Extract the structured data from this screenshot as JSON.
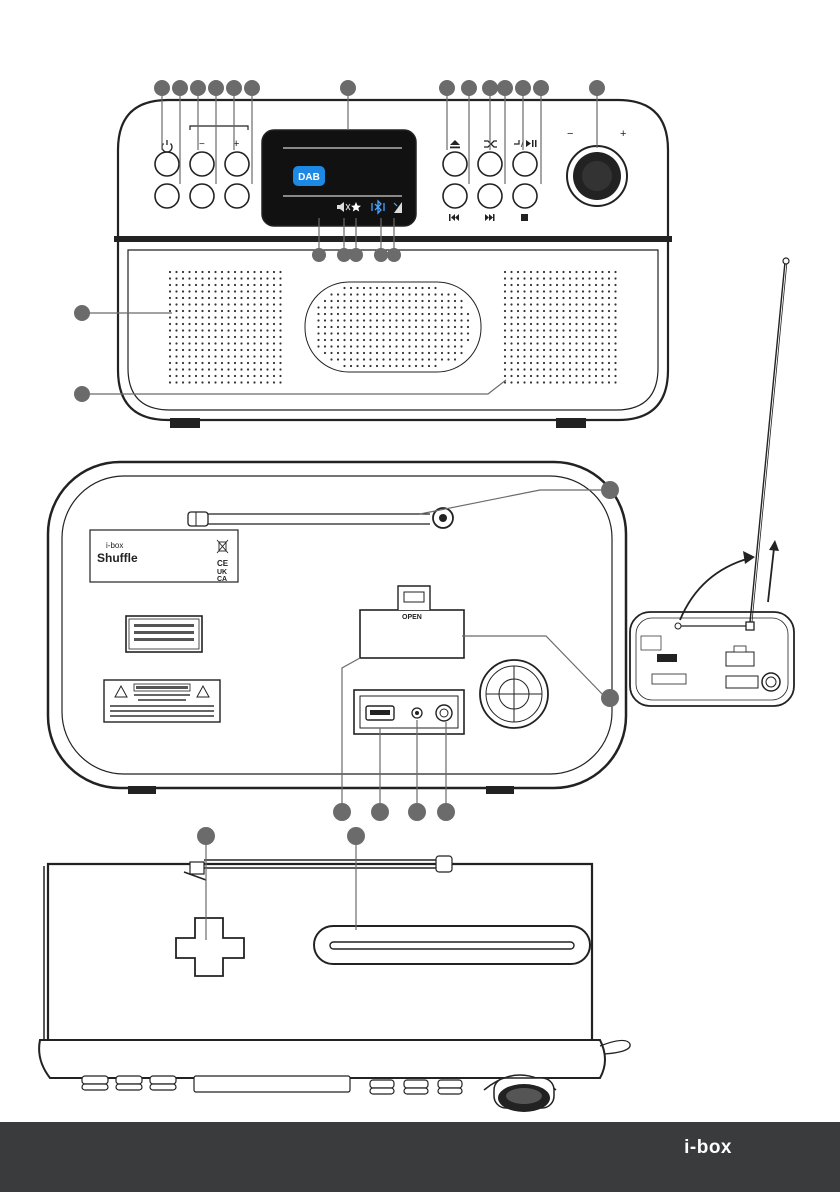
{
  "footer": {
    "brand": "i-box"
  },
  "display": {
    "badge": "DAB"
  },
  "label_sticker": {
    "brand": "i-box",
    "model": "Shuffle",
    "marks": [
      "CE",
      "UK",
      "CA"
    ]
  },
  "compartment": {
    "label": "OPEN"
  },
  "volume": {
    "minus": "−",
    "plus": "+"
  },
  "colors": {
    "callout": "#6b6b6b",
    "footer": "#3a3b3d",
    "screen": "#111111",
    "dab_badge": "#1e88e5"
  },
  "icons": [
    "power-icon",
    "eject-icon",
    "shuffle-icon",
    "play-pause-icon",
    "previous-icon",
    "next-icon",
    "stop-icon",
    "moon-icon",
    "mute-icon",
    "star-icon",
    "bluetooth-icon",
    "signal-icon",
    "weee-bin-icon",
    "usb-port-icon",
    "audio-jack-icon"
  ]
}
